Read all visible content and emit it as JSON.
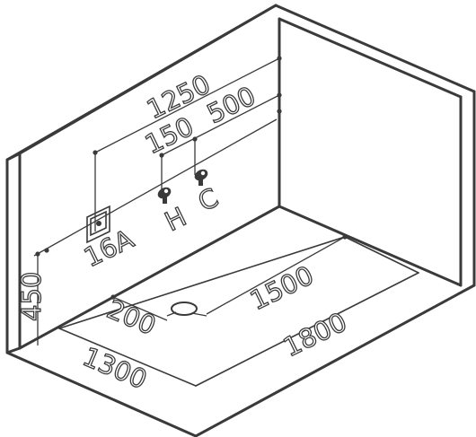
{
  "dimensions": {
    "width_1250": "1250",
    "width_500": "500",
    "spacing_150": "150",
    "height_450": "450",
    "floor_1500": "1500",
    "drain_200": "200",
    "depth_1300": "1300",
    "length_1800": "1800"
  },
  "labels": {
    "socket": "16A",
    "hot": "H",
    "cold": "C"
  },
  "colors": {
    "line": "#3a3a3a",
    "background": "#ffffff"
  }
}
